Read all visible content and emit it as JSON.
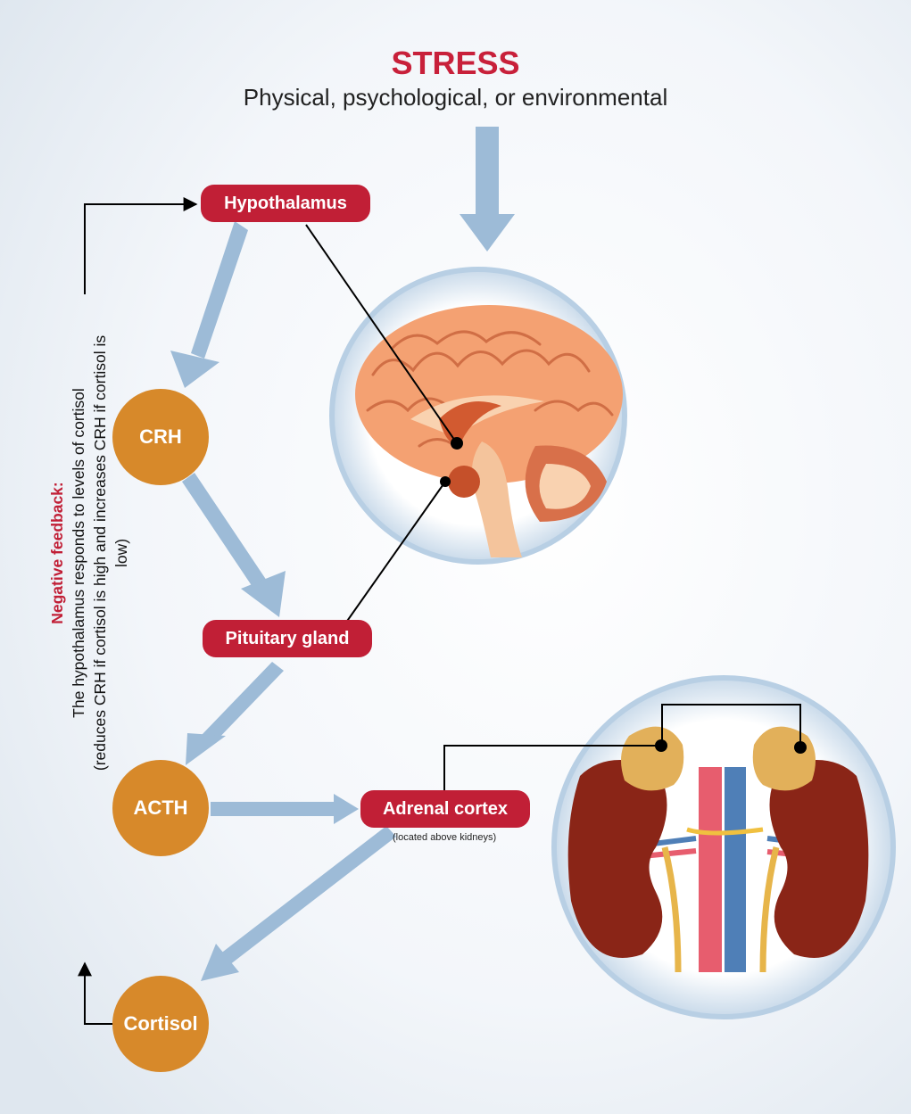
{
  "header": {
    "title": "STRESS",
    "subtitle": "Physical, psychological, or environmental"
  },
  "nodes": {
    "hypothalamus": "Hypothalamus",
    "crh": "CRH",
    "pituitary": "Pituitary gland",
    "acth": "ACTH",
    "adrenal": "Adrenal cortex",
    "adrenal_note": "(located above kidneys)",
    "cortisol": "Cortisol"
  },
  "feedback": {
    "title": "Negative feedback:",
    "line1": "The hypothalamus responds to levels of cortisol",
    "line2": "(reduces CRH if cortisol is high and increases CRH if cortisol is low)"
  },
  "colors": {
    "accent_red": "#c11f36",
    "hormone_orange": "#d7892a",
    "flow_arrow": "#9dbbd7"
  }
}
